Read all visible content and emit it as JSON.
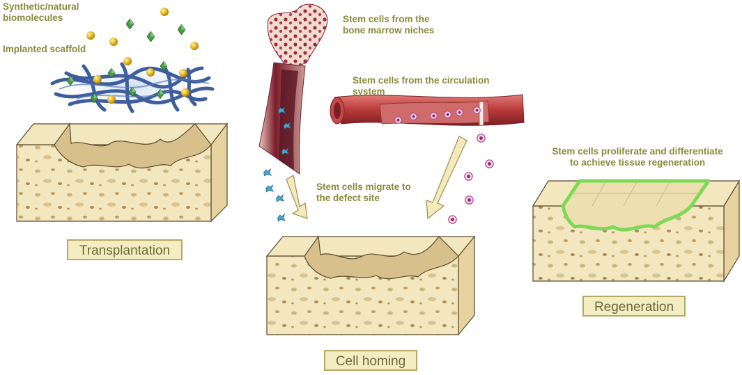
{
  "labels": {
    "biomolecules": "Synthetic/natural\nbiomolecules",
    "scaffold": "Implanted scaffold",
    "marrow": "Stem cells from the\nbone marrow niches",
    "circulation": "Stem cells from the circulation\nsystem",
    "migrate": "Stem cells migrate to\nthe defect site",
    "proliferate": "Stem cells proliferate and differentiate\nto achieve tissue regeneration"
  },
  "stages": {
    "transplantation": "Transplantation",
    "homing": "Cell homing",
    "regeneration": "Regeneration"
  },
  "colors": {
    "label_text": "#8a8a3a",
    "bone_fill": "#f3e7bf",
    "defect_fill": "#d8c08c",
    "vessel": "#b83a3a",
    "scaffold": "#3e5d9c",
    "regen_outline": "#7ed957",
    "molecule_gold": "#e2b21a",
    "molecule_green": "#4d9a4a",
    "stem_cell_blue": "#4aa6c9"
  }
}
